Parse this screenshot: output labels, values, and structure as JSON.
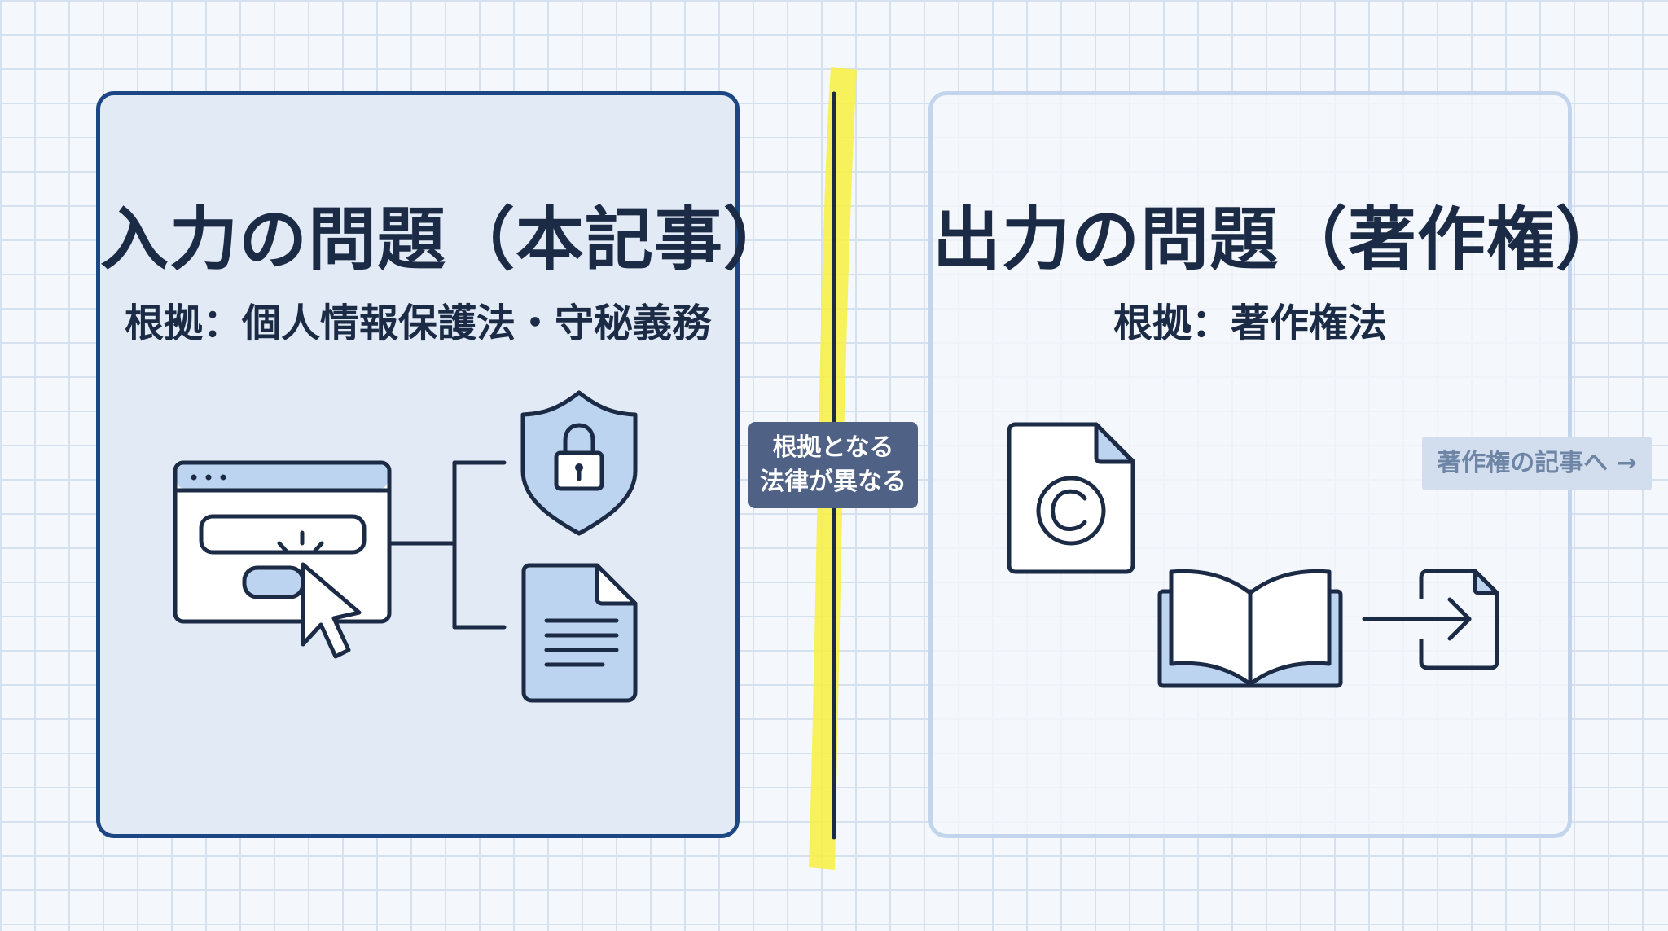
{
  "left_panel": {
    "title": "入力の問題（本記事）",
    "subtitle": "根拠：個人情報保護法・守秘義務"
  },
  "right_panel": {
    "title": "出力の問題（著作権）",
    "subtitle": "根拠：著作権法",
    "link_label": "著作権の記事へ →"
  },
  "center": {
    "badge_line1": "根拠となる",
    "badge_line2": "法律が異なる"
  },
  "icons": {
    "left": [
      "browser-window-icon",
      "cursor-icon",
      "shield-lock-icon",
      "document-icon"
    ],
    "right": [
      "copyright-file-icon",
      "open-book-icon",
      "export-file-icon"
    ]
  },
  "colors": {
    "left_border": "#1d4684",
    "left_fill": "#e2eaf5",
    "right_border": "#c2d5ec",
    "icon_stroke": "#1c2b45",
    "icon_fill": "#bcd4f0",
    "divider_highlight": "#f7ef4a",
    "badge_fill": "#4f6286",
    "link_fill": "#d2deed"
  }
}
